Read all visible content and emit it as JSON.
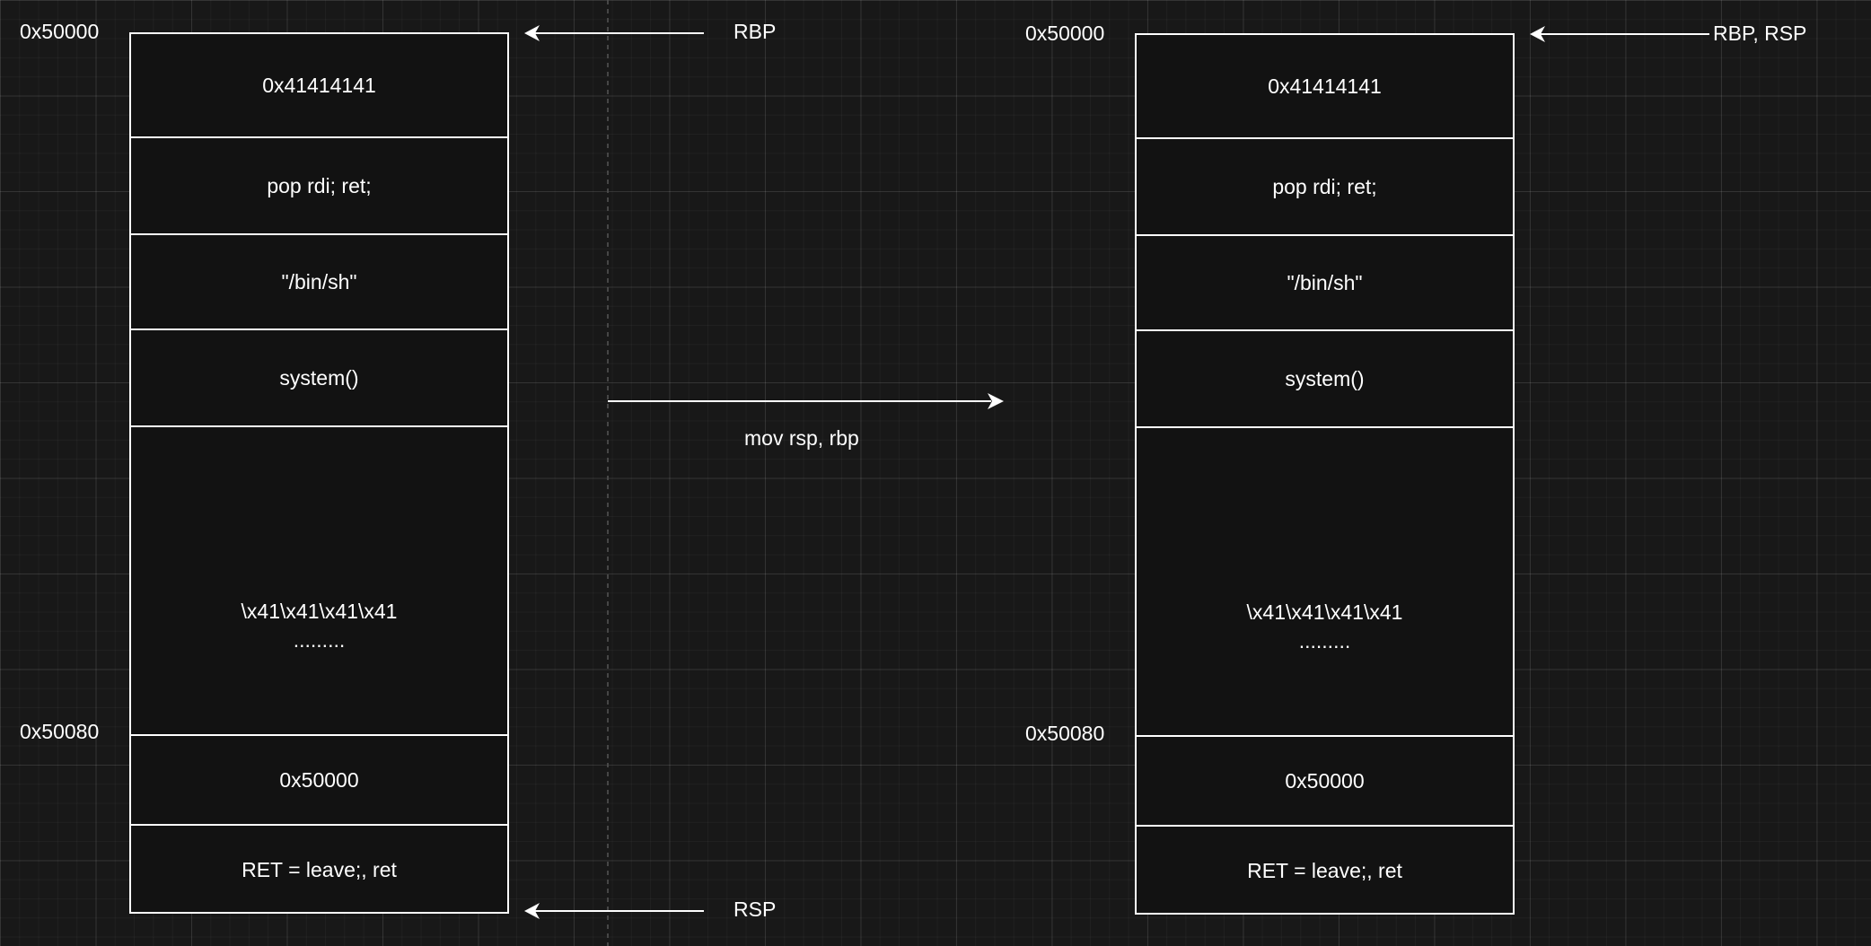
{
  "before": {
    "top_address": "0x50000",
    "mid_address": "0x50080",
    "top_pointer": "RBP",
    "bottom_pointer": "RSP",
    "slots": {
      "s0": "0x41414141",
      "s1": "pop rdi; ret;",
      "s2": "\"/bin/sh\"",
      "s3": "system()",
      "s4_line1": "\\x41\\x41\\x41\\x41",
      "s4_line2": ".........",
      "s5": "0x50000",
      "s6": "RET = leave;, ret"
    }
  },
  "transition": {
    "label": "mov rsp, rbp"
  },
  "after": {
    "top_address": "0x50000",
    "mid_address": "0x50080",
    "top_pointer": "RBP, RSP",
    "slots": {
      "s0": "0x41414141",
      "s1": "pop rdi; ret;",
      "s2": "\"/bin/sh\"",
      "s3": "system()",
      "s4_line1": "\\x41\\x41\\x41\\x41",
      "s4_line2": ".........",
      "s5": "0x50000",
      "s6": "RET = leave;, ret"
    }
  },
  "colors": {
    "background": "#181818",
    "stack_fill": "#121212",
    "stroke": "#ffffff",
    "divider": "#555555"
  }
}
